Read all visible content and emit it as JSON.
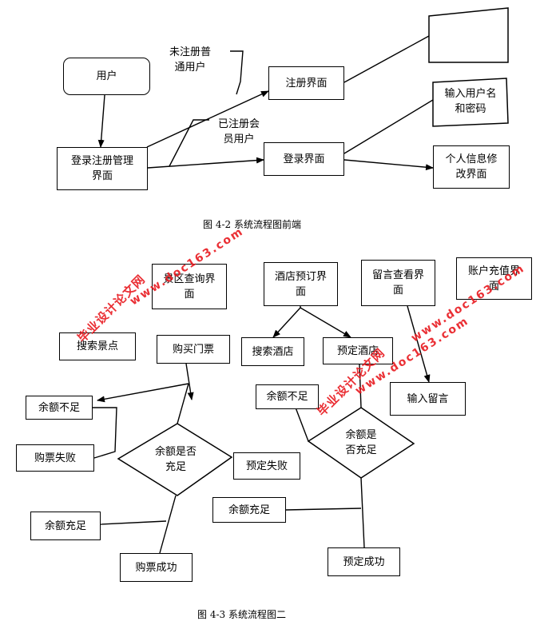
{
  "diagram1": {
    "nodes": {
      "user": "用户",
      "login_register_mgmt": "登录注册管理\n界面",
      "register_screen": "注册界面",
      "login_screen": "登录界面",
      "input_credentials": "输入用户名\n和密码",
      "profile_edit": "个人信息修\n改界面"
    },
    "labels": {
      "unregistered": "未注册普\n通用户",
      "registered": "已注册会\n员用户"
    },
    "caption": "图 4-2  系统流程图前端"
  },
  "diagram2": {
    "nodes": {
      "scenic_query": "景区查询界\n面",
      "hotel_booking": "酒店预订界\n面",
      "message_view": "留言查看界\n面",
      "account_recharge": "账户充值界\n面",
      "search_scenic": "搜索景点",
      "buy_ticket": "购买门票",
      "search_hotel": "搜索酒店",
      "book_hotel": "预定酒店",
      "input_message": "输入留言",
      "ticket_insufficient": "余额不足",
      "ticket_failed": "购票失败",
      "ticket_balance_check": "余额是否\n充足",
      "ticket_sufficient": "余额充足",
      "ticket_success": "购票成功",
      "hotel_insufficient": "余额不足",
      "hotel_balance_check": "余额是\n否充足",
      "booking_failed": "预定失败",
      "hotel_sufficient": "余额充足",
      "booking_success": "预定成功"
    },
    "caption": "图 4-3  系统流程图二"
  },
  "watermarks": {
    "site_cn": "毕业设计论文网",
    "site_url": "www.doc163.com"
  },
  "colors": {
    "line": "#000000",
    "watermark": "#e8191f"
  }
}
